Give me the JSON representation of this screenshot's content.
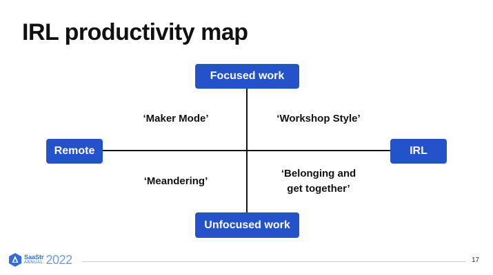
{
  "slide": {
    "title": "IRL productivity map",
    "page_number": "17"
  },
  "map": {
    "top": "Focused work",
    "bottom": "Unfocused work",
    "left": "Remote",
    "right": "IRL",
    "quadrants": {
      "top_left": "‘Maker Mode’",
      "top_right": "‘Workshop Style’",
      "bottom_left": "‘Meandering’",
      "bottom_right_line1": "‘Belonging and",
      "bottom_right_line2": "get together’"
    }
  },
  "footer": {
    "brand": "SaaStr",
    "brand_sub": "ANNUAL",
    "year": "2022"
  },
  "colors": {
    "node_fill": "#2452c9",
    "logo_accent": "#2f6fd6"
  }
}
